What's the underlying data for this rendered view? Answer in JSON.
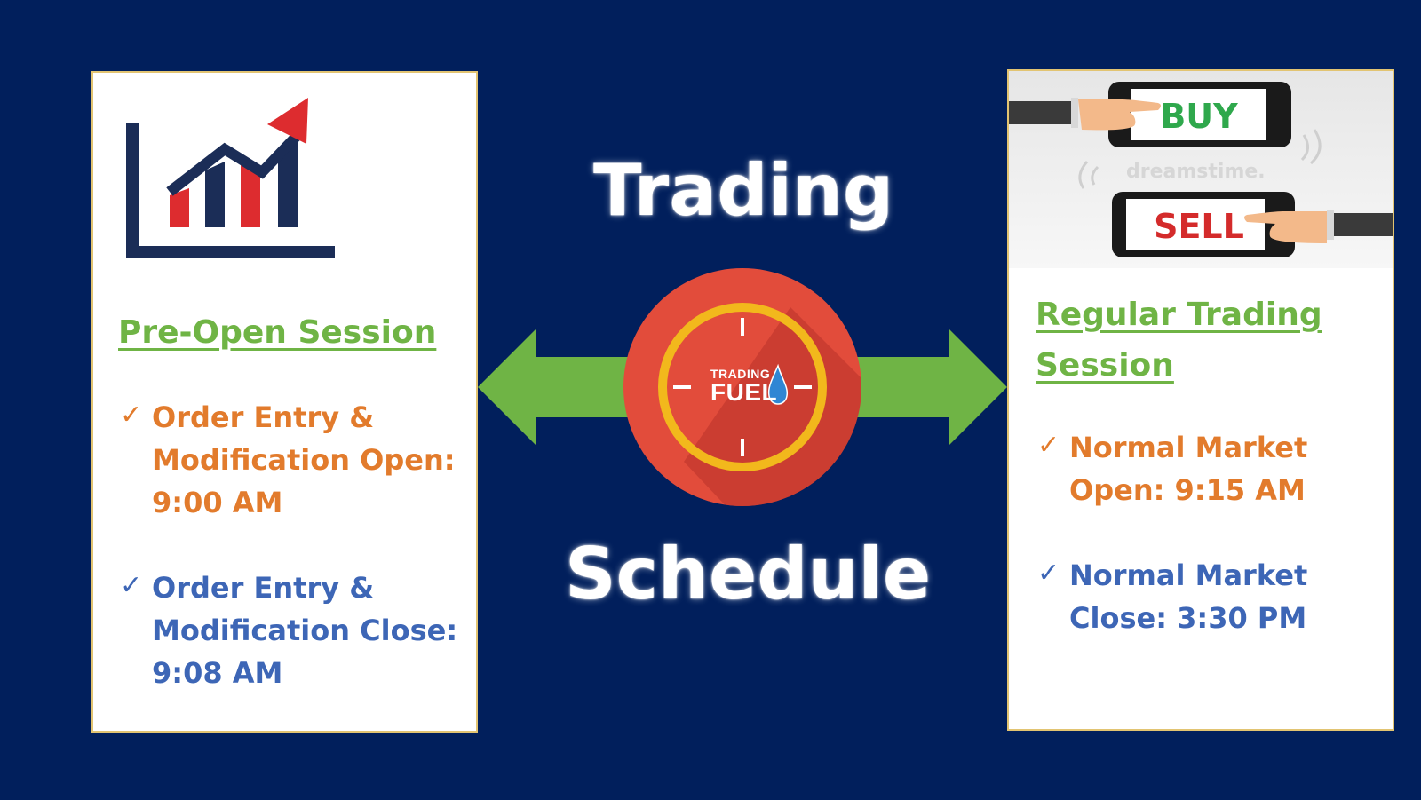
{
  "title": {
    "top_word": "Trading",
    "bottom_word": "Schedule"
  },
  "logo": {
    "line1": "TRADING",
    "line2": "FUEL"
  },
  "pre_open": {
    "title": "Pre-Open Session",
    "items": [
      {
        "lines": [
          "Order Entry &",
          "Modification Open:",
          "9:00 AM"
        ]
      },
      {
        "lines": [
          "Order Entry &",
          "Modification Close:",
          "9:08 AM"
        ]
      }
    ]
  },
  "regular": {
    "title_lines": [
      "Regular Trading",
      "Session"
    ],
    "image_labels": {
      "buy": "BUY",
      "sell": "SELL",
      "watermark": "dreamstime."
    },
    "items": [
      {
        "lines": [
          "Normal Market",
          "Open: 9:15 AM"
        ]
      },
      {
        "lines": [
          "Normal Market",
          "Close: 3:30 PM"
        ]
      }
    ]
  },
  "check_glyph": "✓",
  "colors": {
    "background": "#011f5c",
    "green": "#6fb445",
    "orange": "#e27b2c",
    "blue": "#3d66b6",
    "clock_red": "#e24c3b",
    "clock_ring": "#f2b81c",
    "chart_navy": "#1b2d57",
    "chart_red": "#dd2c2f"
  }
}
